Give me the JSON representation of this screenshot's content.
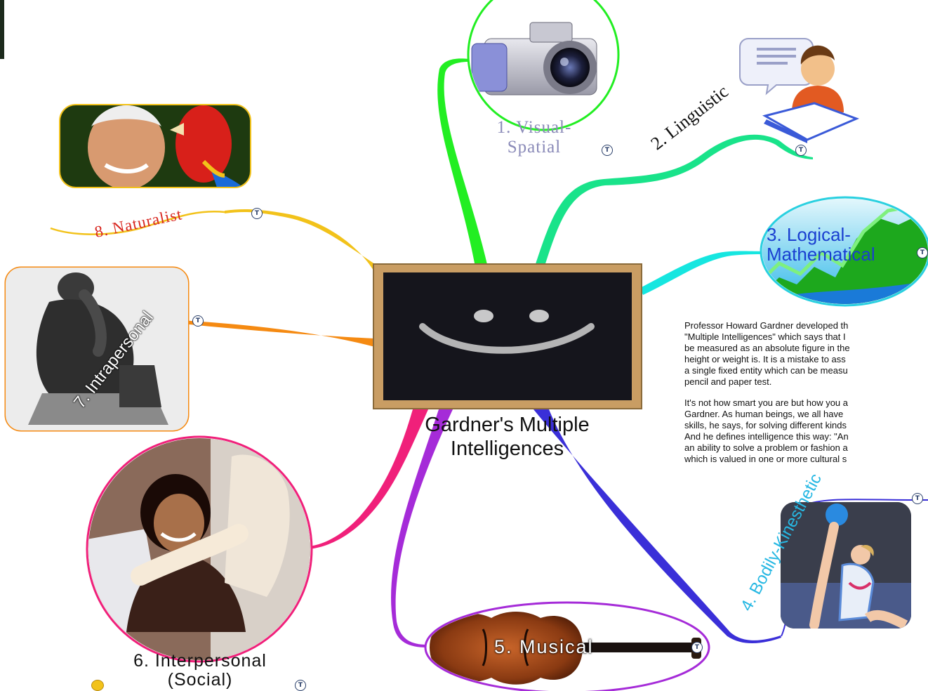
{
  "map": {
    "central_title": "Gardner's Multiple\nIntelligences",
    "note_marker": "T",
    "branches": [
      {
        "id": "visual-spatial",
        "label": "1. Visual-\nSpatial",
        "color": "#22ee22"
      },
      {
        "id": "linguistic",
        "label": "2. Linguistic",
        "color": "#19e38a"
      },
      {
        "id": "logical-mathematical",
        "label": "3. Logical-\nMathematical",
        "color": "#16e6e0"
      },
      {
        "id": "bodily-kinesthetic",
        "label": "4. Bodily-Kinesthetic",
        "color": "#3a2fd8"
      },
      {
        "id": "musical",
        "label": "5. Musical",
        "color": "#a52bd8"
      },
      {
        "id": "interpersonal",
        "label": "6. Interpersonal\n(Social)",
        "color": "#f0207a"
      },
      {
        "id": "intrapersonal",
        "label": "7. Intrapersonal",
        "color": "#f58a12"
      },
      {
        "id": "naturalist",
        "label": "8. Naturalist",
        "color": "#f2c21a"
      }
    ]
  },
  "description": {
    "paragraph_1": "Professor Howard Gardner developed th\n\"Multiple Intelligences\" which says that I\nbe measured as an absolute figure in the\nheight or weight is. It is a mistake to ass\na single fixed entity which can be measu\npencil and paper test.",
    "paragraph_2": "It's not how smart you are but how you a\nGardner. As human beings, we all have\nskills, he says, for solving different kinds\nAnd he defines intelligence this way: \"An\nan ability to solve a problem or fashion a\nwhich is valued in one or more cultural s"
  },
  "colors": {
    "chalkboard": "#15151c",
    "frame": "#c99d63",
    "naturalist_label": "#d8261f",
    "visual_label": "#8a8ab8",
    "logical_label": "#1a3fd0",
    "bodily_label": "#27b8e3"
  }
}
